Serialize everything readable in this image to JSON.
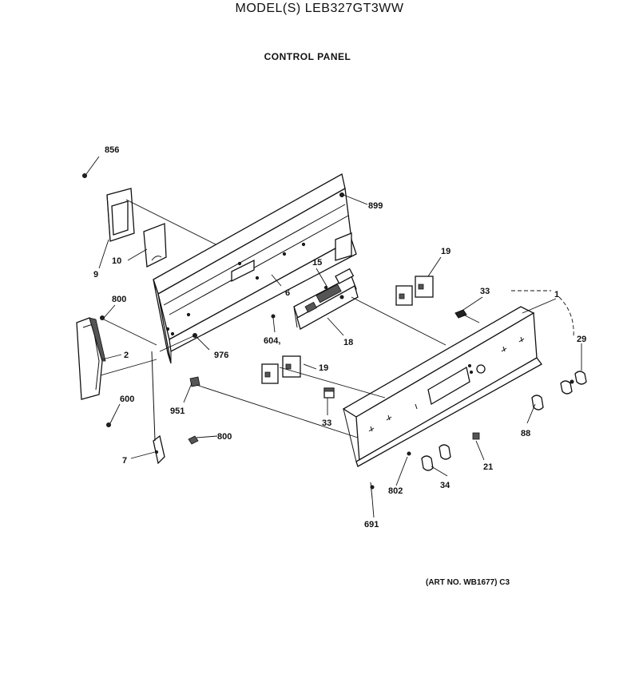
{
  "header": {
    "model": "MODEL(S) LEB327GT3WW",
    "section": "CONTROL PANEL"
  },
  "footer": {
    "art_no": "(ART NO. WB1677) C3"
  },
  "callouts": {
    "c856": "856",
    "c899": "899",
    "c10": "10",
    "c9": "9",
    "c6": "6",
    "c15": "15",
    "c19a": "19",
    "c33a": "33",
    "c1": "1",
    "c800a": "800",
    "c2": "2",
    "c604": "604,",
    "c18": "18",
    "c976": "976",
    "c19b": "19",
    "c29": "29",
    "c951": "951",
    "c600": "600",
    "c33b": "33",
    "c88": "88",
    "c7": "7",
    "c800b": "800",
    "c21": "21",
    "c34": "34",
    "c802": "802",
    "c691": "691"
  }
}
